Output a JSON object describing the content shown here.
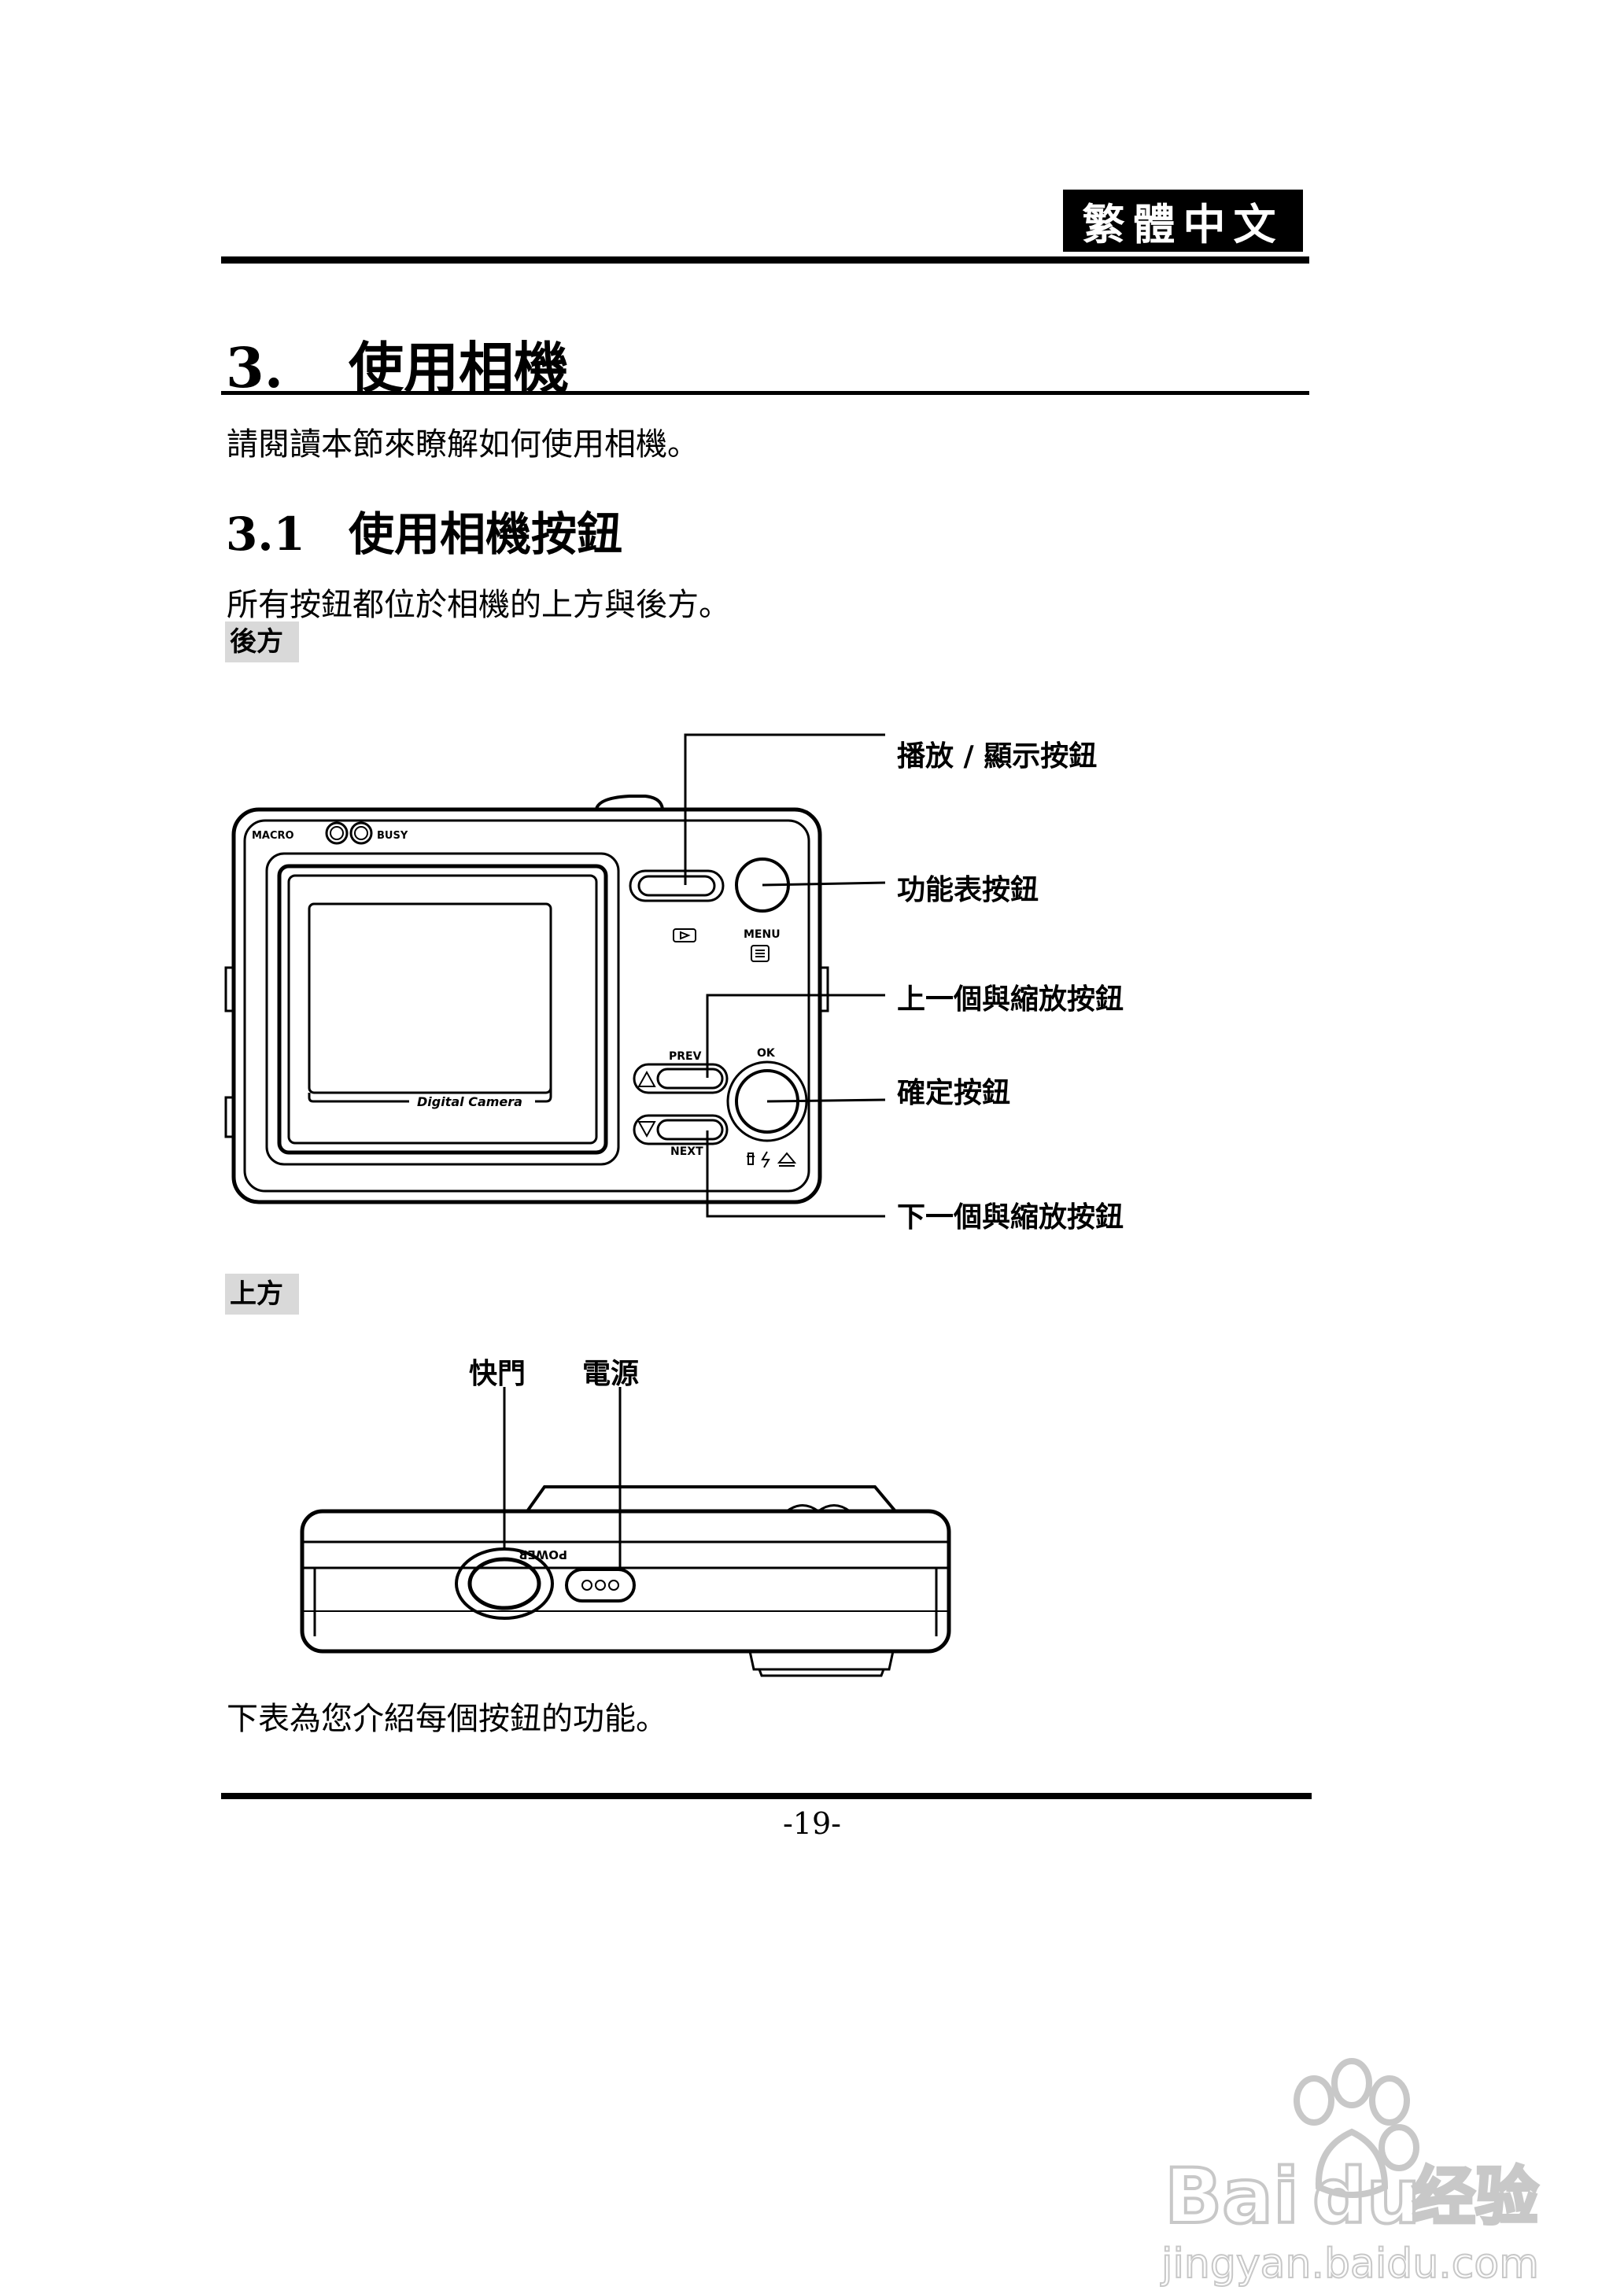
{
  "header": {
    "language_tag": "繁體中文"
  },
  "chapter": {
    "number": "3.",
    "title": "使用相機",
    "intro": "請閱讀本節來瞭解如何使用相機。"
  },
  "section": {
    "number": "3.1",
    "title": "使用相機按鈕",
    "intro": "所有按鈕都位於相機的上方與後方。"
  },
  "back_view": {
    "label": "後方",
    "callouts": {
      "play_display": "播放 / 顯示按鈕",
      "menu": "功能表按鈕",
      "prev_zoom": "上一個與縮放按鈕",
      "ok": "確定按鈕",
      "next_zoom": "下一個與縮放按鈕"
    },
    "camera_labels": {
      "macro": "MACRO",
      "busy": "BUSY",
      "menu": "MENU",
      "prev": "PREV",
      "ok": "OK",
      "next": "NEXT",
      "screen_brand": "Digital Camera"
    }
  },
  "top_view": {
    "label": "上方",
    "callouts": {
      "shutter": "快門",
      "power": "電源"
    },
    "camera_labels": {
      "power": "POWER"
    }
  },
  "closing": "下表為您介紹每個按鈕的功能。",
  "footer": {
    "page_number": "-19-"
  },
  "watermark": {
    "brand": "Bai",
    "brand_tail": "du",
    "suffix": "经验",
    "url": "jingyan.baidu.com"
  }
}
